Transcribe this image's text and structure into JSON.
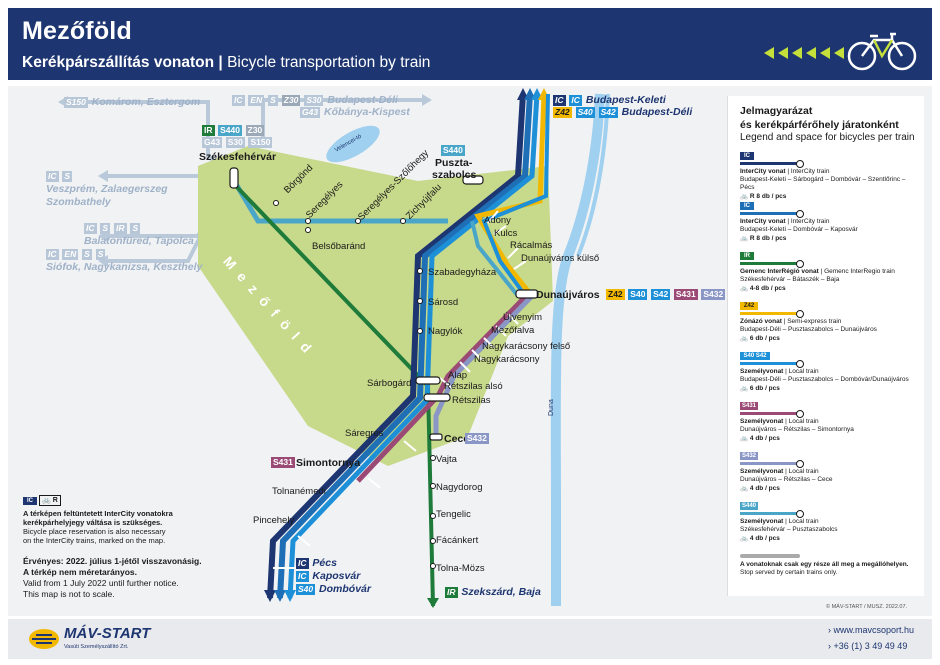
{
  "header": {
    "title": "Mezőföld",
    "subtitle_hu": "Kerékpárszállítás vonaton",
    "subtitle_sep": " | ",
    "subtitle_en": "Bicycle transportation by train"
  },
  "colors": {
    "navy": "#1d3570",
    "intercity_blue": "#1e6fb6",
    "green": "#1e7b3a",
    "yellow": "#f2b800",
    "s40_blue": "#1e90d8",
    "s431_purple": "#9a4a74",
    "s432_lavender": "#8a96c6",
    "s440_teal": "#4aa6c8",
    "region_green": "#c7d98a",
    "danube_blue": "#9fd0ef",
    "gray_label": "#9fb2c8"
  },
  "map": {
    "region_name": "Mezőföld",
    "river_name": "Duna",
    "lake_name": "Velencei-tó",
    "gray_destinations": [
      {
        "badges": [
          "S150"
        ],
        "text": "Komárom, Esztergom"
      },
      {
        "badges": [
          "IC",
          "EN",
          "S",
          "Z30",
          "S30"
        ],
        "text": "Budapest-Déli"
      },
      {
        "badges": [
          "G43"
        ],
        "text": "Kőbánya-Kispest"
      },
      {
        "badges": [
          "IC",
          "S"
        ],
        "text": "Veszprém, Zalaegerszeg"
      },
      {
        "badges": [],
        "text": "Szombathely"
      },
      {
        "badges": [
          "IC",
          "S",
          "IR",
          "S"
        ],
        "text": "Balatonfüred, Tapolca"
      },
      {
        "badges": [
          "IC",
          "EN",
          "S",
          "S"
        ],
        "text": "Siófok, Nagykanizsa, Keszthely"
      }
    ],
    "szfvar_badges": [
      "IR",
      "S440",
      "Z30",
      "G43",
      "S30",
      "S150"
    ],
    "north_destinations": [
      {
        "badges": [
          "IC",
          "IC"
        ],
        "text": "Budapest-Keleti"
      },
      {
        "badges": [
          "Z42",
          "S40",
          "S42"
        ],
        "text": "Budapest-Déli"
      }
    ],
    "dunaujvaros_badges": [
      "Z42",
      "S40",
      "S42",
      "S431",
      "S432"
    ],
    "pusztaszabolcs_badge": "S440",
    "cece_badge": "S432",
    "simontornya_badge": "S431",
    "south_destinations": [
      {
        "badges": [
          "IC"
        ],
        "text": "Pécs"
      },
      {
        "badges": [
          "IC"
        ],
        "text": "Kaposvár"
      },
      {
        "badges": [
          "S40"
        ],
        "text": "Dombóvár"
      },
      {
        "badges": [
          "IR"
        ],
        "text": "Szekszárd, Baja"
      }
    ],
    "stations": {
      "szekesfehervar": "Székesfehérvár",
      "borgond": "Börgönd",
      "seregelyes": "Seregélyes",
      "seregelyes_szolohegy": "Seregélyes-Szőlőhegy",
      "zichyujfalu": "Zichyújfalu",
      "pusztaszabolcs_1": "Puszta-",
      "pusztaszabolcs_2": "szabolcs",
      "adony": "Adony",
      "kulcs": "Kulcs",
      "racalmas": "Rácalmás",
      "dunaujvaros_kulso": "Dunaújváros külső",
      "dunaujvaros": "Dunaújváros",
      "ujvenyim": "Újvenyim",
      "mezofalva": "Mezőfalva",
      "nagykaracsony_felso": "Nagykarácsony felső",
      "nagykaracsony": "Nagykarácsony",
      "alap": "Alap",
      "retszilas_also": "Rétszilas alsó",
      "retszilas": "Rétszilas",
      "belsobarand": "Belsőbaránd",
      "szabadegyhaza": "Szabadegyháza",
      "sarosd": "Sárosd",
      "nagylok": "Nagylók",
      "sarbogard": "Sárbogárd",
      "saregres": "Sáregres",
      "cece": "Cece",
      "vajta": "Vajta",
      "nagydorog": "Nagydorog",
      "tengelic": "Tengelic",
      "facankert": "Fácánkert",
      "tolna_mozs": "Tolna-Mözs",
      "simontornya": "Simontornya",
      "tolnanemedi": "Tolnanémedi",
      "pincehely": "Pincehely"
    }
  },
  "legend": {
    "title_1": "Jelmagyarázat",
    "title_2": "és kerékpárférőhely járatonként",
    "subtitle": "Legend and space for bicycles per train",
    "items": [
      {
        "icon": "IC",
        "color": "#1d3570",
        "name": "InterCity vonat",
        "name_en": "InterCity train",
        "route": "Budapest-Keleti – Sárbogárd – Dombóvár – Szentlőrinc – Pécs",
        "res": "R",
        "bikes": "8 db / pcs"
      },
      {
        "icon": "IC",
        "color": "#1e6fb6",
        "name": "InterCity vonat",
        "name_en": "InterCity train",
        "route": "Budapest-Keleti – Dombóvár – Kaposvár",
        "res": "R",
        "bikes": "8 db / pcs"
      },
      {
        "icon": "IR",
        "color": "#1e7b3a",
        "name": "Gemenc InterRégió vonat",
        "name_en": "Gemenc InterRegio train",
        "route": "Székesfehérvár – Bátaszék – Baja",
        "res": "",
        "bikes": "4-8 db / pcs"
      },
      {
        "icon": "Z42",
        "color": "#f2b800",
        "name": "Zónázó vonat",
        "name_en": "Semi-express train",
        "route": "Budapest-Déli – Pusztaszabolcs – Dunaújváros",
        "res": "",
        "bikes": "6 db / pcs"
      },
      {
        "icon": "S40 S42",
        "color": "#1e90d8",
        "name": "Személyvonat",
        "name_en": "Local train",
        "route": "Budapest-Déli – Pusztaszabolcs – Dombóvár/Dunaújváros",
        "res": "",
        "bikes": "6 db / pcs"
      },
      {
        "icon": "S431",
        "color": "#9a4a74",
        "name": "Személyvonat",
        "name_en": "Local train",
        "route": "Dunaújváros – Rétszilas – Simontornya",
        "res": "",
        "bikes": "4 db / pcs"
      },
      {
        "icon": "S432",
        "color": "#8a96c6",
        "name": "Személyvonat",
        "name_en": "Local train",
        "route": "Dunaújváros – Rétszilas – Cece",
        "res": "",
        "bikes": "4 db / pcs"
      },
      {
        "icon": "S440",
        "color": "#4aa6c8",
        "name": "Személyvonat",
        "name_en": "Local train",
        "route": "Székesfehérvár – Pusztaszabolcs",
        "res": "",
        "bikes": "4 db / pcs"
      }
    ],
    "stop_note_hu": "A vonatoknak csak egy része áll meg a megállóhelyen.",
    "stop_note_en": "Stop served by certain trains only."
  },
  "notes": {
    "reservation_hu_1": "A térképen feltüntetett InterCity vonatokra",
    "reservation_hu_2": "kerékpárhelyjegy váltása is szükséges.",
    "reservation_en_1": "Bicycle place reservation is also necessary",
    "reservation_en_2": "on the InterCity trains, marked on the map.",
    "valid_hu": "Érvényes: 2022. július 1-jétől visszavonásig.",
    "scale_hu": "A térkép nem méretarányos.",
    "valid_en": "Valid from 1 July 2022 until further notice.",
    "scale_en": "This map is not to scale."
  },
  "footer": {
    "logo_text": "MÁV-START",
    "logo_sub": "Vasúti Személyszállító Zrt.",
    "website": "www.mavcsoport.hu",
    "phone": "+36 (1) 3 49 49 49",
    "copyright": "© MÁV-START / MUSZ. 2022.07."
  }
}
